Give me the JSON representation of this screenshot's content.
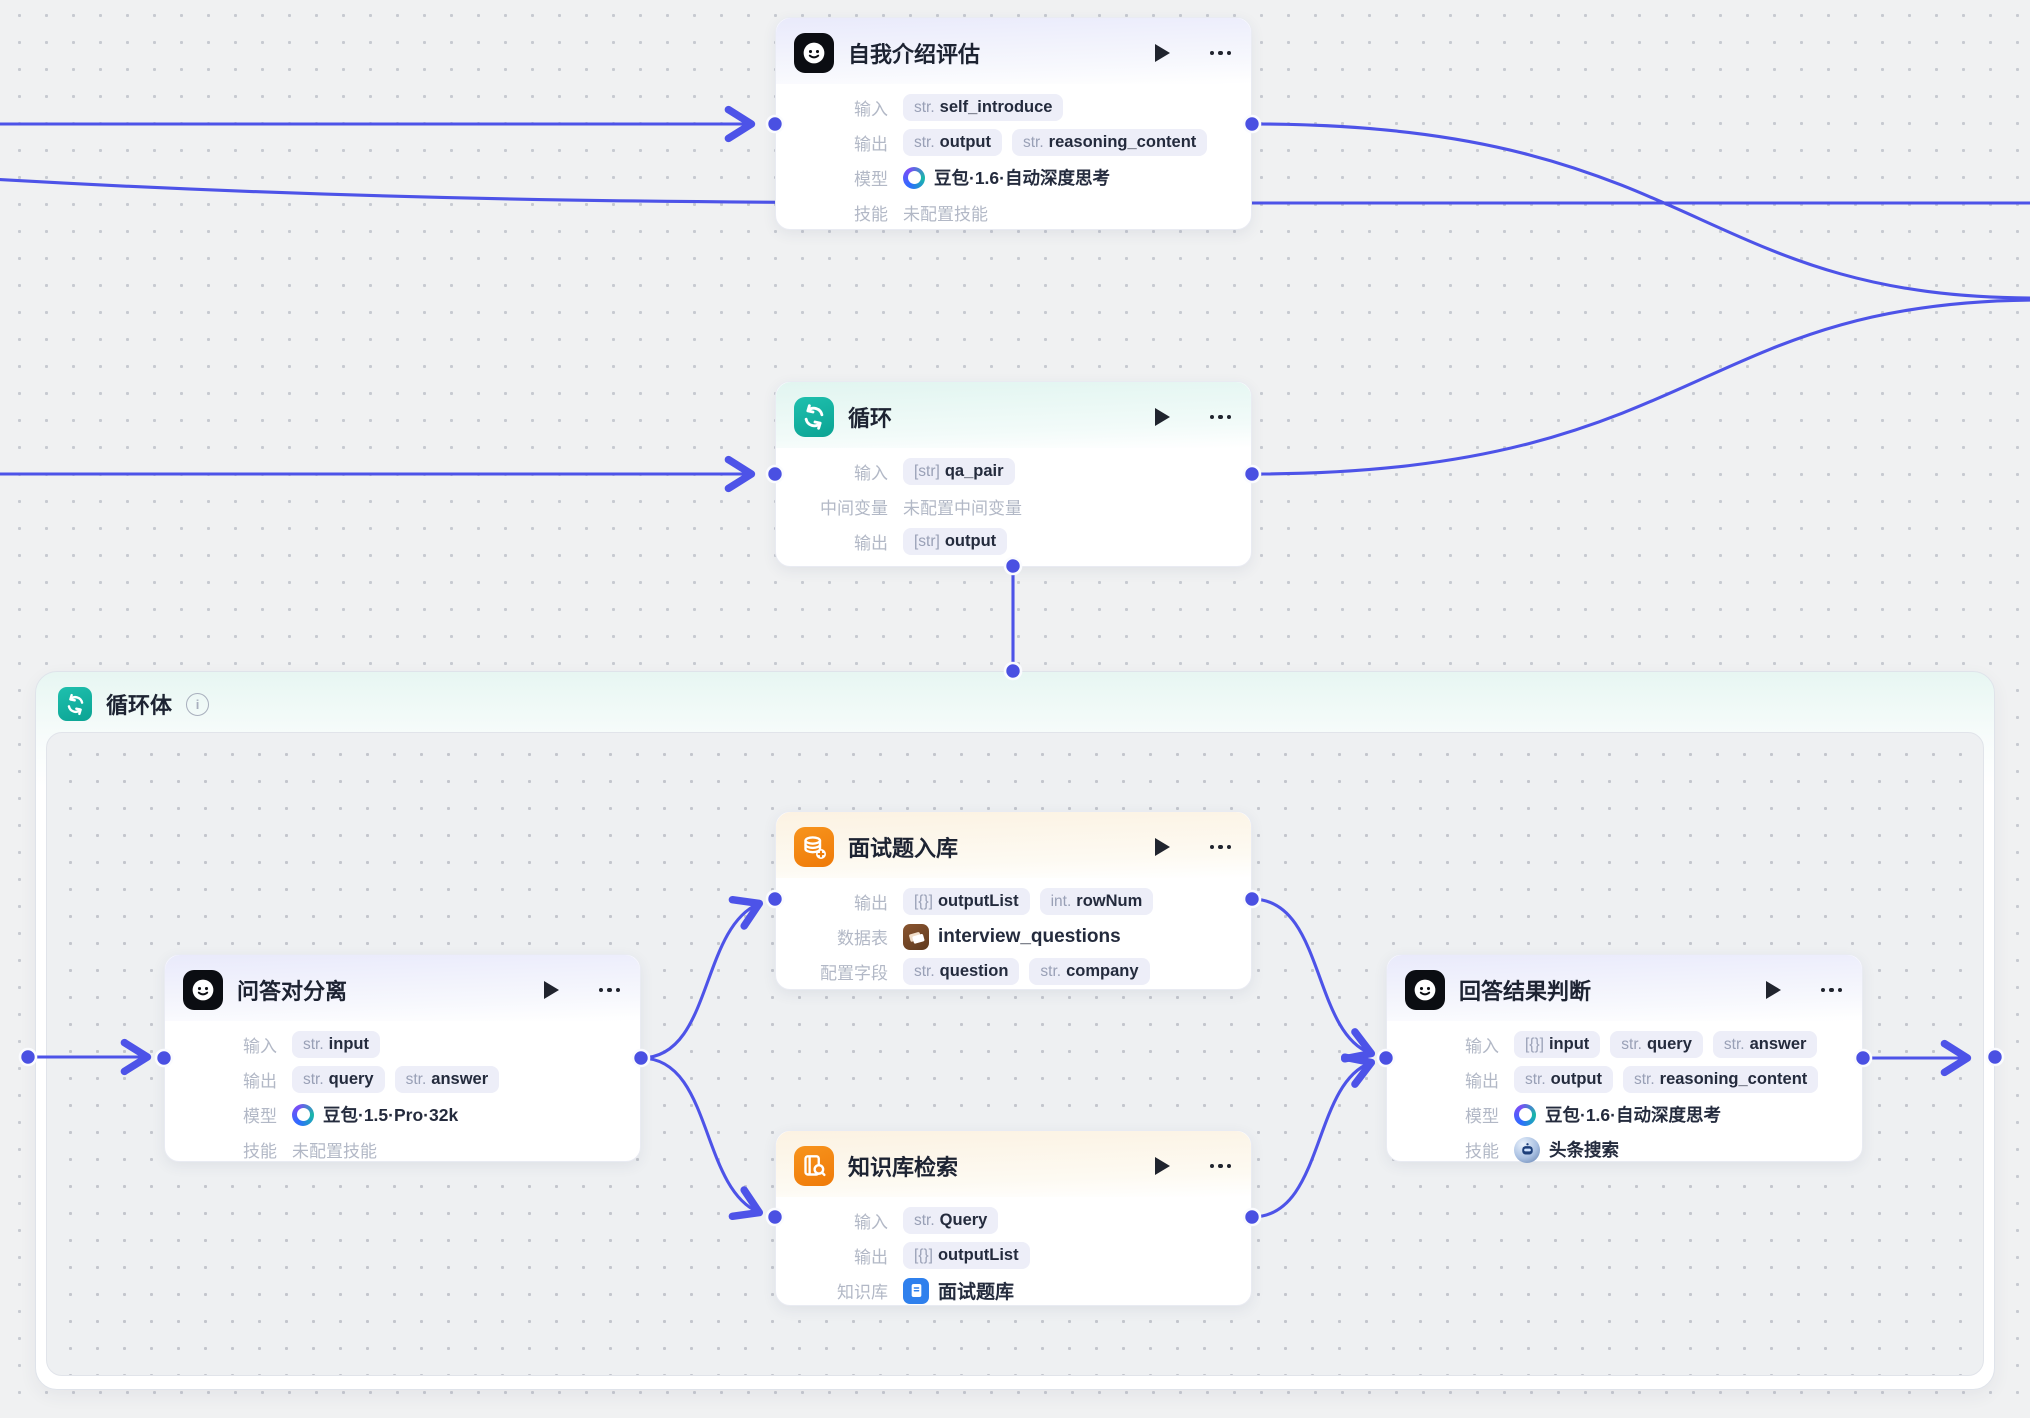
{
  "colors": {
    "edge": "#4d53e8",
    "canvas_bg": "#f0f1f2",
    "node_bg": "#ffffff",
    "llm_header_tint": "#e9eafb",
    "loop_header_tint": "#e1f5f0",
    "data_header_tint": "#fcf2e2",
    "teal_icon": "#12b2a2",
    "orange_icon": "#f5820d",
    "kb_doc_blue": "#2f80ed",
    "title_text": "#1d2332",
    "row_label": "#b2b8c6",
    "chip_bg": "#edeef8",
    "chip_type": "#99a0b6",
    "chip_value": "#242b3d"
  },
  "labels": {
    "input": "输入",
    "output": "输出",
    "model": "模型",
    "skill": "技能",
    "mid": "中间变量",
    "table": "数据表",
    "fields": "配置字段",
    "kb": "知识库"
  },
  "nodes": {
    "intro_eval": {
      "title": "自我介绍评估",
      "inputs": [
        {
          "t": "str.",
          "v": "self_introduce"
        }
      ],
      "outputs": [
        {
          "t": "str.",
          "v": "output"
        },
        {
          "t": "str.",
          "v": "reasoning_content"
        }
      ],
      "model": "豆包·1.6·自动深度思考",
      "skill": "未配置技能"
    },
    "loop": {
      "title": "循环",
      "inputs": [
        {
          "t": "[str]",
          "v": "qa_pair"
        }
      ],
      "mid": "未配置中间变量",
      "outputs": [
        {
          "t": "[str]",
          "v": "output"
        }
      ]
    },
    "loop_body": {
      "title": "循环体"
    },
    "qa_split": {
      "title": "问答对分离",
      "inputs": [
        {
          "t": "str.",
          "v": "input"
        }
      ],
      "outputs": [
        {
          "t": "str.",
          "v": "query"
        },
        {
          "t": "str.",
          "v": "answer"
        }
      ],
      "model": "豆包·1.5·Pro·32k",
      "skill": "未配置技能"
    },
    "question_store": {
      "title": "面试题入库",
      "outputs": [
        {
          "t": "[{}]",
          "v": "outputList"
        },
        {
          "t": "int.",
          "v": "rowNum"
        }
      ],
      "table": "interview_questions",
      "fields": [
        {
          "t": "str.",
          "v": "question"
        },
        {
          "t": "str.",
          "v": "company"
        }
      ]
    },
    "kb_search": {
      "title": "知识库检索",
      "inputs": [
        {
          "t": "str.",
          "v": "Query"
        }
      ],
      "outputs": [
        {
          "t": "[{}]",
          "v": "outputList"
        }
      ],
      "kb": "面试题库"
    },
    "answer_judge": {
      "title": "回答结果判断",
      "inputs": [
        {
          "t": "[{}]",
          "v": "input"
        },
        {
          "t": "str.",
          "v": "query"
        },
        {
          "t": "str.",
          "v": "answer"
        }
      ],
      "outputs": [
        {
          "t": "str.",
          "v": "output"
        },
        {
          "t": "str.",
          "v": "reasoning_content"
        }
      ],
      "model": "豆包·1.6·自动深度思考",
      "skill": "头条搜索"
    }
  }
}
